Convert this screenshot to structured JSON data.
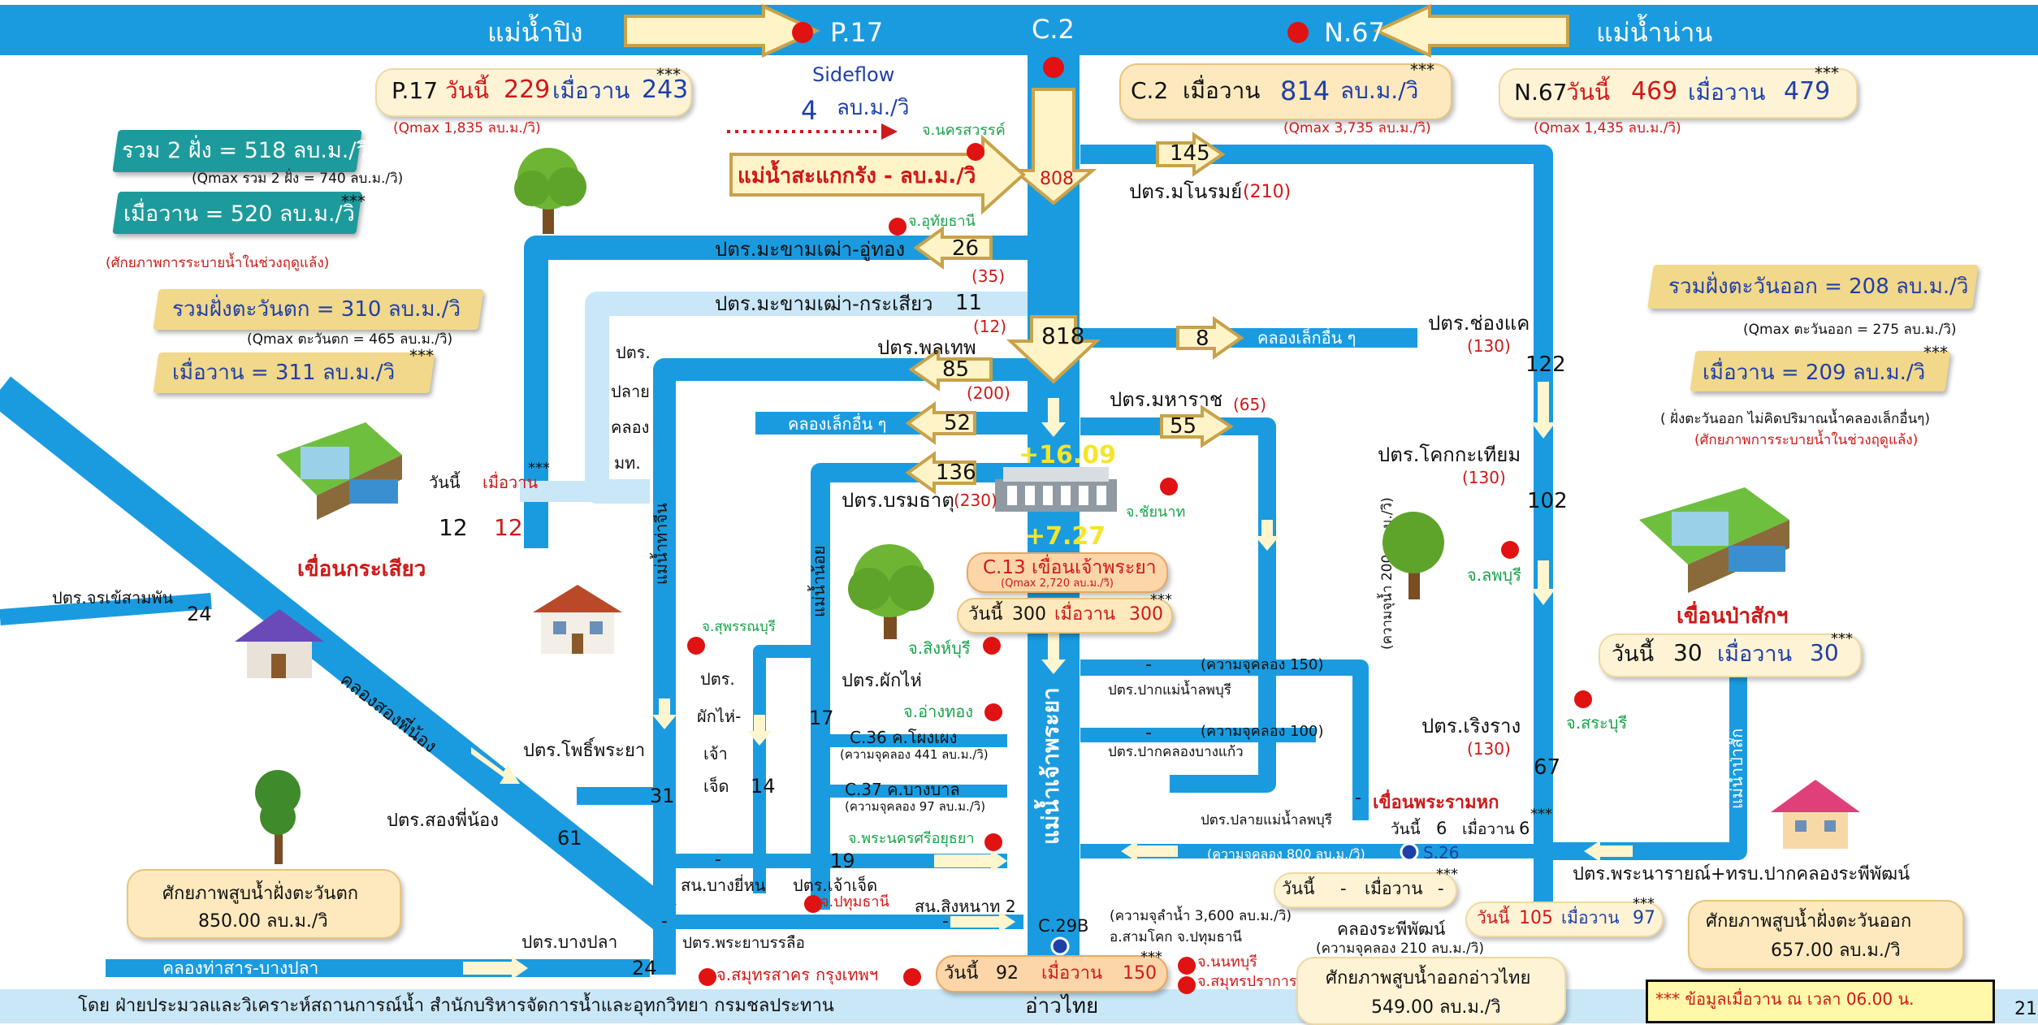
{
  "colors": {
    "river": "#1a9be0",
    "lightriver": "#c9e7f7",
    "accent_red": "#d01818",
    "accent_blue": "#1f3fa8",
    "cream": "#fde9bd",
    "teal": "#1d9a9c",
    "gold": "#f1d88a"
  },
  "header": {
    "ping_river": "แม่น้ำปิง",
    "p17": "P.17",
    "c2": "C.2",
    "n67": "N.67",
    "nan_river": "แม่น้ำน่าน"
  },
  "p17_box": {
    "station": "P.17",
    "today_label": "วันนี้",
    "today": "229",
    "yesterday_label": "เมื่อวาน",
    "yesterday": "243",
    "stars": "***",
    "qmax": "(Qmax 1,835 ลบ.ม./วิ)"
  },
  "c2_box": {
    "station": "C.2",
    "yesterday_label": "เมื่อวาน",
    "yesterday": "814",
    "unit": "ลบ.ม./วิ",
    "stars": "***",
    "qmax": "(Qmax 3,735 ลบ.ม./วิ)"
  },
  "n67_box": {
    "station": "N.67",
    "today_label": "วันนี้",
    "today": "469",
    "yesterday_label": "เมื่อวาน",
    "yesterday": "479",
    "stars": "***",
    "qmax": "(Qmax 1,435 ลบ.ม./วิ)"
  },
  "sideflow": {
    "label": "Sideflow",
    "value": "4",
    "unit": "ลบ.ม./วิ",
    "province": "จ.นครสวรรค์"
  },
  "sakae_krang": {
    "label": "แม่น้ำสะแกกรัง  -  ลบ.ม./วิ",
    "province": "จ.อุทัยธานี"
  },
  "left_panel": {
    "total": "รวม 2 ฝั่ง =  518  ลบ.ม./วิ",
    "total_qmax": "(Qmax รวม 2 ฝั่ง = 740 ลบ.ม./วิ)",
    "total_yesterday": "เมื่อวาน =  520  ลบ.ม./วิ",
    "total_stars": "***",
    "capacity_note": "(ศักยภาพการระบายน้ำในช่วงฤดูแล้ง)",
    "west_total": "รวมฝั่งตะวันตก =  310  ลบ.ม./วิ",
    "west_qmax": "(Qmax ตะวันตก = 465 ลบ.ม./วิ)",
    "west_yesterday": "เมื่อวาน =  311   ลบ.ม./วิ",
    "west_stars": "***"
  },
  "right_panel": {
    "east_total": "รวมฝั่งตะวันออก = 208  ลบ.ม./วิ",
    "east_qmax": "(Qmax ตะวันออก = 275 ลบ.ม./วิ)",
    "east_yesterday": "เมื่อวาน =  209   ลบ.ม./วิ",
    "east_stars": "***",
    "east_note": "( ฝั่งตะวันออก ไม่คิดปริมาณน้ำคลองเล็กอื่นๆ)",
    "capacity_note": "(ศักยภาพการระบายน้ำในช่วงฤดูแล้ง)"
  },
  "krasiao_dam": {
    "name": "เขื่อนกระเสียว",
    "today_label": "วันนี้",
    "yesterday_label": "เมื่อวาน",
    "stars": "***",
    "today": "12",
    "yesterday": "12"
  },
  "pasak_dam": {
    "name": "เขื่อนป่าสักฯ",
    "today_label": "วันนี้",
    "today": "30",
    "yesterday_label": "เมื่อวาน",
    "yesterday": "30",
    "stars": "***"
  },
  "chao_phraya_dam": {
    "name": "C.13 เขื่อนเจ้าพระยา",
    "qmax": "(Qmax 2,720 ลบ.ม./วิ)",
    "today_label": "วันนี้",
    "today": "300",
    "yesterday_label": "เมื่อวาน",
    "yesterday": "300",
    "stars": "***",
    "upstream": "+16.09",
    "downstream": "+7.27",
    "main_flow": "818",
    "inflow": "808",
    "province": "จ.ชัยนาท"
  },
  "regulators": {
    "manorom": "ปตร.มโนรมย์",
    "manorom_cap": "(210)",
    "manorom_flow": "145",
    "makham_uthong": "ปตร.มะขามเฒ่า-อู่ทอง",
    "makham_uthong_flow": "26",
    "makham_uthong_cap": "(35)",
    "makham_krasiao": "ปตร.มะขามเฒ่า-กระเสียว",
    "makham_krasiao_flow": "11",
    "makham_krasiao_cap": "(12)",
    "phonlathep": "ปตร.พลเทพ",
    "phonlathep_flow": "85",
    "phonlathep_cap": "(200)",
    "small_canals_w": "คลองเล็กอื่น ๆ",
    "small_canals_w_flow": "52",
    "borommathat": "ปตร.บรมธาตุ",
    "borommathat_flow": "136",
    "borommathat_cap": "(230)",
    "chong_khae": "ปตร.ช่องแค",
    "chong_khae_cap": "(130)",
    "chong_khae_flow": "122",
    "small_canals_e": "คลองเล็กอื่น ๆ",
    "small_canals_e_flow": "8",
    "maharat": "ปตร.มหาราช",
    "maharat_cap": "(65)",
    "maharat_flow": "55",
    "khok_krathiam": "ปตร.โคกกะเทียม",
    "khok_krathiam_cap": "(130)",
    "khok_krathiam_flow": "102",
    "plai_khlong_1": "ปตร.",
    "plai_khlong_2": "ปลาย",
    "plai_khlong_3": "คลอง",
    "plai_khlong_4": "มท.",
    "pak_mae_nam_lopburi": "ปตร.ปากแม่น้ำลพบุรี",
    "pak_mae_nam_lopburi_val": "-",
    "lopburi_cap": "(ความจุคลอง 150)",
    "pak_khlong_bang_kaeo": "ปตร.ปากคลองบางแก้ว",
    "bang_kaeo_val": "-",
    "bang_kaeo_cap": "(ความจุคลอง 100)",
    "plai_lopburi": "ปตร.ปลายแม่น้ำลพบุรี",
    "plai_lopburi_val": "-",
    "roeng_rang": "ปตร.เริงราง",
    "roeng_rang_cap": "(130)",
    "roeng_rang_flow": "67",
    "phak_hai": "ปตร.ผักไห่",
    "phak_hai_flow": "17",
    "phak_hai_chao_chet_1": "ปตร.",
    "phak_hai_chao_chet_2": "ผักไห่-",
    "phak_hai_chao_chet_3": "เจ้า",
    "phak_hai_chao_chet_4": "เจ็ด",
    "phak_hai_chao_chet_flow": "14",
    "pho_phraya": "ปตร.โพธิ์พระยา",
    "pho_phraya_flow": "31",
    "song_phi_nong": "ปตร.สองพี่น้อง",
    "song_phi_nong_flow": "61",
    "chorakhe_sam_phan": "ปตร.จรเข้สามพัน",
    "chorakhe_flow": "24",
    "bang_yi_hon": "สน.บางยี่หน",
    "bang_yi_hon_val": "-",
    "chao_chet": "ปตร.เจ้าเจ็ด",
    "chao_chet_flow": "19",
    "phraya_banlue": "ปตร.พระยาบรรลือ",
    "phraya_banlue_val": "-",
    "sing_hanat": "สน.สิงหนาท 2",
    "sing_hanat_val": "-",
    "bang_pla": "ปตร.บางปลา",
    "bang_pla_flow": "24",
    "phra_narai": "ปตร.พระนารายณ์+ทรบ.ปากคลองระพีพัฒน์"
  },
  "c36": {
    "name": "C.36 ค.โผงเผง",
    "cap": "(ความจุคลอง 441 ลบ.ม./วิ)"
  },
  "c37": {
    "name": "C.37 ค.บางบาล",
    "cap": "(ความจุคลอง 97 ลบ.ม./วิ)"
  },
  "rama6": {
    "name": "เขื่อนพระรามหก",
    "today_label": "วันนี้",
    "today": "6",
    "yesterday_label": "เมื่อวาน",
    "yesterday": "6",
    "stars": "***",
    "s26": "S.26",
    "cap": "(ความจุคลอง 800 ลบ.ม./วิ)",
    "vertical_cap": "(ความจุน้ำ 200 ลบ.ม./วิ)"
  },
  "raphiphat": {
    "today_label": "วันนี้",
    "today": "-",
    "yesterday_label": "เมื่อวาน",
    "yesterday": "-",
    "stars": "***",
    "name": "คลองระพีพัฒน์",
    "cap": "(ความจุคลอง 210 ลบ.ม./วิ)"
  },
  "phra_narai_box": {
    "today_label": "วันนี้",
    "today": "105",
    "yesterday_label": "เมื่อวาน",
    "yesterday": "97",
    "stars": "***"
  },
  "c29b": {
    "station": "C.29B",
    "cap": "(ความจุลำน้ำ 3,600 ลบ.ม./วิ)",
    "location": "อ.สามโคก จ.ปทุมธานี",
    "today_label": "วันนี้",
    "today": "92",
    "yesterday_label": "เมื่อวาน",
    "yesterday": "150",
    "stars": "***"
  },
  "rivers": {
    "chao_phraya": "แม่น้ำเจ้าพระยา",
    "tha_chin": "แม่น้ำท่าจีน",
    "noi": "แม่น้ำน้อย",
    "pasak": "แม่น้ำป่าสัก",
    "song_phi_nong_canal": "คลองสองพี่น้อง",
    "tha_san_canal": "คลองท่าสาร-บางปลา"
  },
  "provinces": {
    "suphanburi": "จ.สุพรรณบุรี",
    "singburi": "จ.สิงห์บุรี",
    "angthong": "จ.อ่างทอง",
    "ayutthaya": "จ.พระนครศรีอยุธยา",
    "pathumthani": "จ.ปทุมธานี",
    "samut_sakhon": "จ.สมุทรสาคร",
    "bangkok": "กรุงเทพฯ",
    "nonthaburi": "จ.นนทบุรี",
    "samut_prakan": "จ.สมุทรปราการ",
    "lopburi": "จ.ลพบุรี",
    "saraburi": "จ.สระบุรี"
  },
  "bottom": {
    "west_potential_1": "ศักยภาพสูบน้ำฝั่งตะวันตก",
    "west_potential_2": "850.00 ลบ.ม./วิ",
    "gulf_potential_1": "ศักยภาพสูบน้ำออกอ่าวไทย",
    "gulf_potential_2": "549.00 ลบ.ม./วิ",
    "east_potential_1": "ศักยภาพสูบน้ำฝั่งตะวันออก",
    "east_potential_2": "657.00 ลบ.ม./วิ",
    "footer": "โดย ฝ่ายประมวลและวิเคราะห์สถานการณ์น้ำ สำนักบริหารจัดการน้ำและอุทกวิทยา กรมชลประทาน",
    "gulf": "อ่าวไทย",
    "note": "*** ข้อมูลเมื่อวาน ณ เวลา 06.00 น.",
    "page": "21"
  }
}
